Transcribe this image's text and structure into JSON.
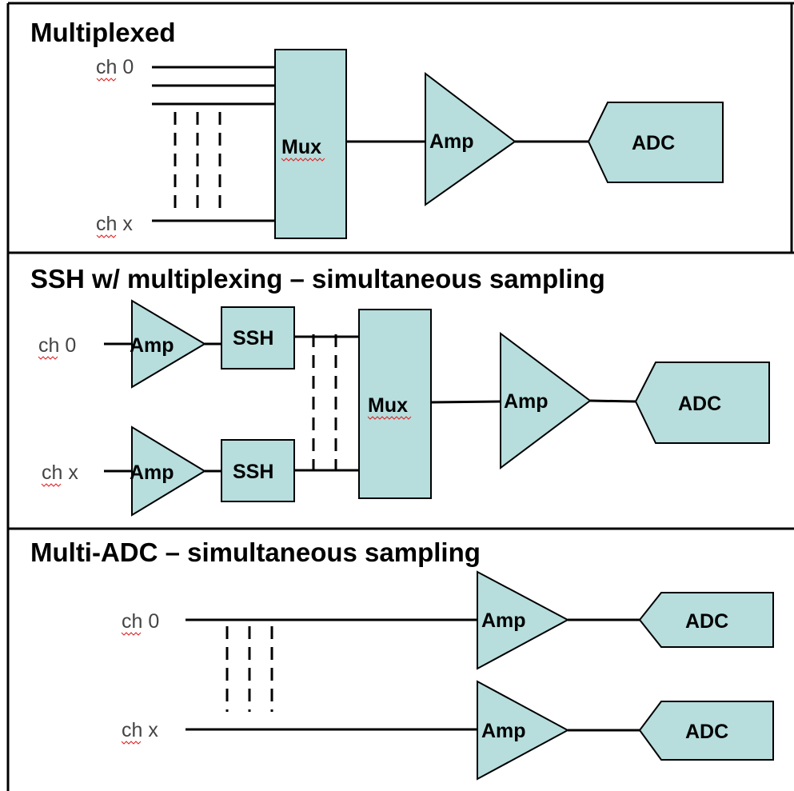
{
  "sections": [
    {
      "title": "Multiplexed",
      "ch_first": "ch 0",
      "ch_last": "ch x",
      "mux": "Mux",
      "amp": "Amp",
      "adc": "ADC"
    },
    {
      "title": "SSH w/ multiplexing – simultaneous sampling",
      "ch_first": "ch 0",
      "ch_last": "ch x",
      "amp_first": "Amp",
      "amp_last": "Amp",
      "ssh_first": "SSH",
      "ssh_last": "SSH",
      "mux": "Mux",
      "amp": "Amp",
      "adc": "ADC"
    },
    {
      "title": "Multi-ADC – simultaneous sampling",
      "ch_first": "ch 0",
      "ch_last": "ch x",
      "amp_first": "Amp",
      "amp_last": "Amp",
      "adc_first": "ADC",
      "adc_last": "ADC"
    }
  ],
  "colors": {
    "block_fill": "#b7dddd",
    "line": "#000000",
    "spellcheck_underline": "#dd2222"
  }
}
